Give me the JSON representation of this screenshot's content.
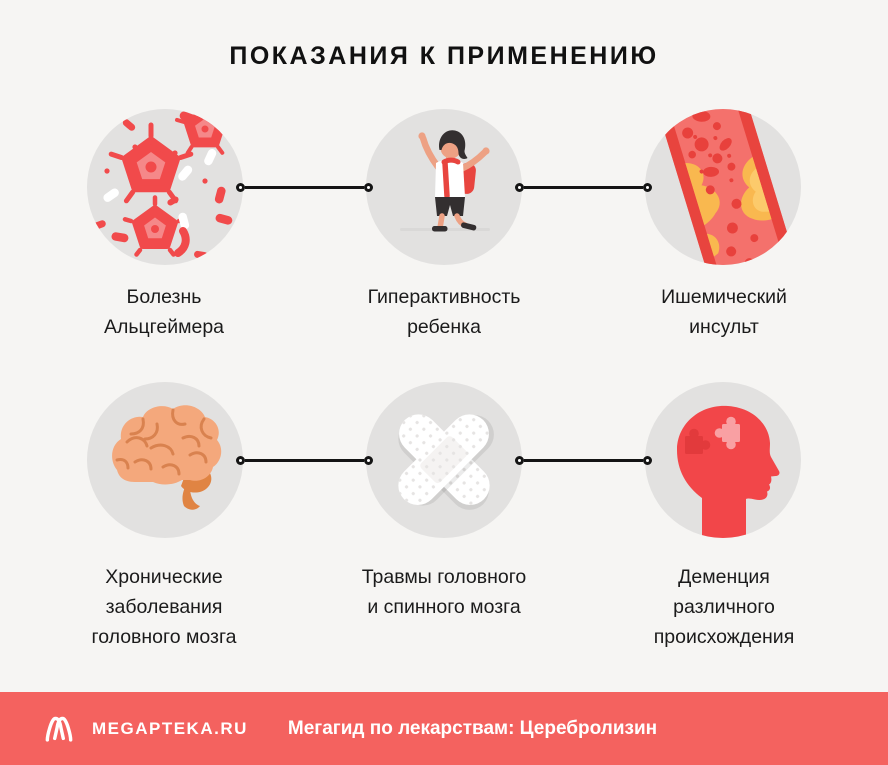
{
  "title": "ПОКАЗАНИЯ К ПРИМЕНЕНИЮ",
  "items": [
    {
      "id": "alzheimer",
      "icon": "microbes-icon",
      "label": "Болезнь\nАльцгеймера"
    },
    {
      "id": "hyperactivity",
      "icon": "child-icon",
      "label": "Гиперактивность\nребенка"
    },
    {
      "id": "stroke",
      "icon": "blood-vessel-icon",
      "label": "Ишемический\nинсульт"
    },
    {
      "id": "chronic",
      "icon": "brain-icon",
      "label": "Хронические\nзаболевания\nголовного мозга"
    },
    {
      "id": "trauma",
      "icon": "bandages-icon",
      "label": "Травмы головного\nи спинного мозга"
    },
    {
      "id": "dementia",
      "icon": "head-puzzle-icon",
      "label": "Деменция\nразличного\nпроисхождения"
    }
  ],
  "footer": {
    "brand": "MEGAPTEKA.RU",
    "tagline": "Мегагид по лекарствам: Церебролизин",
    "logo_icon": "megapteka-logo-icon"
  },
  "colors": {
    "page-bg": "#f6f5f3",
    "circle-bg": "#e2e1e0",
    "accent": "#f4625f",
    "ink": "#1b1b1b",
    "icon-red": "#f14a4b"
  }
}
